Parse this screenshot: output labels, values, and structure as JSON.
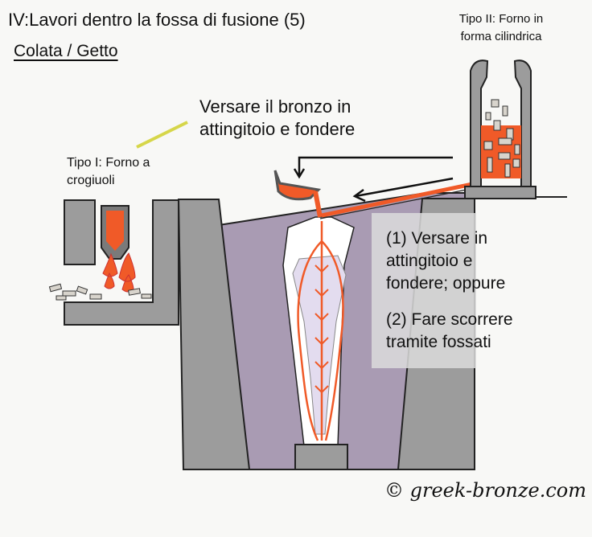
{
  "title": "IV:Lavori dentro la fossa di fusione (5)",
  "subtitle": "Colata / Getto",
  "furnace_type2": {
    "line1": "Tipo II: Forno in",
    "line2": "forma cilindrica"
  },
  "pour_label": {
    "line1": "Versare il bronzo in",
    "line2": "attingitoio e fondere"
  },
  "furnace_type1": {
    "line1": "Tipo I: Forno a",
    "line2": "crogiuoli"
  },
  "method_box": {
    "line1": "(1) Versare in",
    "line2": "attingitoio e",
    "line3": "fondere; oppure",
    "line4": "(2) Fare scorrere",
    "line5": "tramite fossati"
  },
  "copyright": "© greek-bronze.com",
  "colors": {
    "wall": "#9c9c9c",
    "sand": "#a99bb3",
    "bronze": "#f05a28",
    "mold": "#ffffff",
    "statue": "#e3dcef"
  }
}
